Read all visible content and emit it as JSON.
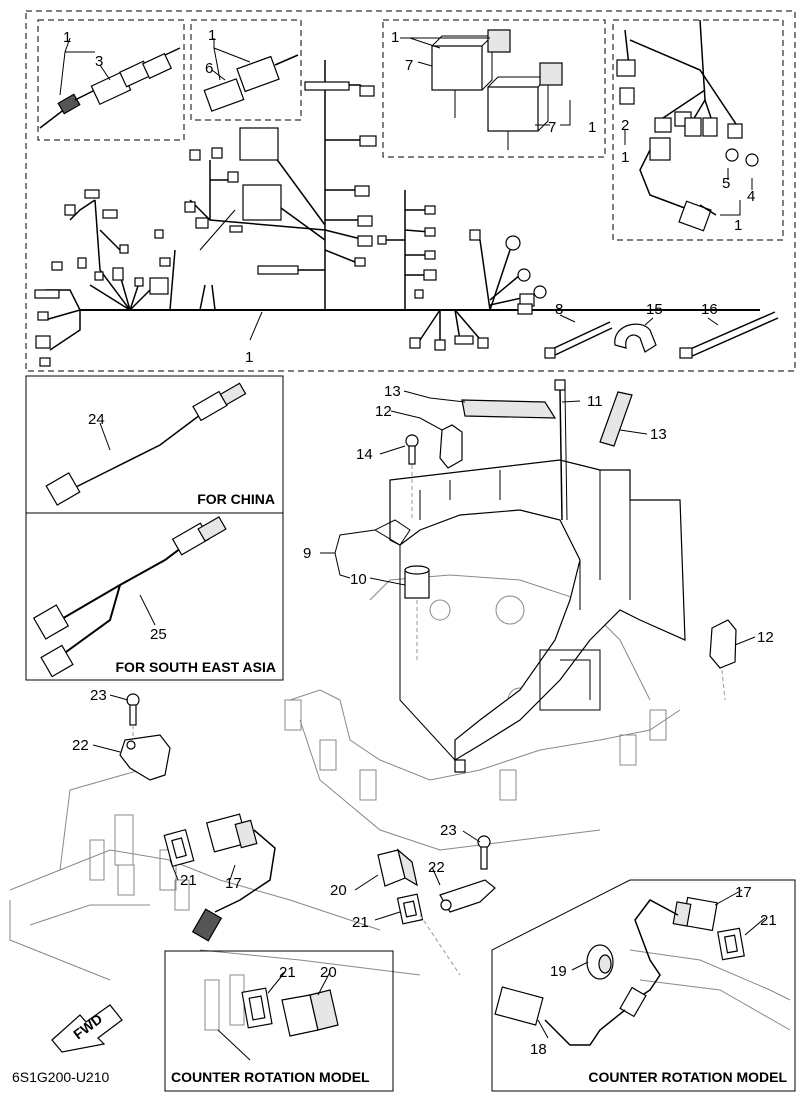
{
  "diagram": {
    "drawing_code": "6S1G200-U210",
    "captions": {
      "china": "FOR CHINA",
      "sea": "FOR SOUTH EAST ASIA",
      "counter_left": "COUNTER ROTATION MODEL",
      "counter_right": "COUNTER ROTATION MODEL",
      "fwd": "FWD"
    },
    "callouts": {
      "c01": "1",
      "c02": "1",
      "c03": "1",
      "c04": "1",
      "c05": "1",
      "c06": "1",
      "c07": "1",
      "c08": "1",
      "c09": "2",
      "c10": "3",
      "c11": "4",
      "c12": "5",
      "c13": "6",
      "c14": "7",
      "c15": "7",
      "c16": "8",
      "c17": "9",
      "c18": "10",
      "c19": "11",
      "c20": "12",
      "c21": "12",
      "c22": "13",
      "c23": "13",
      "c24": "14",
      "c25": "15",
      "c26": "16",
      "c27": "17",
      "c28": "17",
      "c29": "18",
      "c30": "19",
      "c31": "20",
      "c32": "20",
      "c33": "21",
      "c34": "21",
      "c35": "21",
      "c36": "21",
      "c37": "22",
      "c38": "22",
      "c39": "23",
      "c40": "23",
      "c41": "24",
      "c42": "25"
    }
  }
}
